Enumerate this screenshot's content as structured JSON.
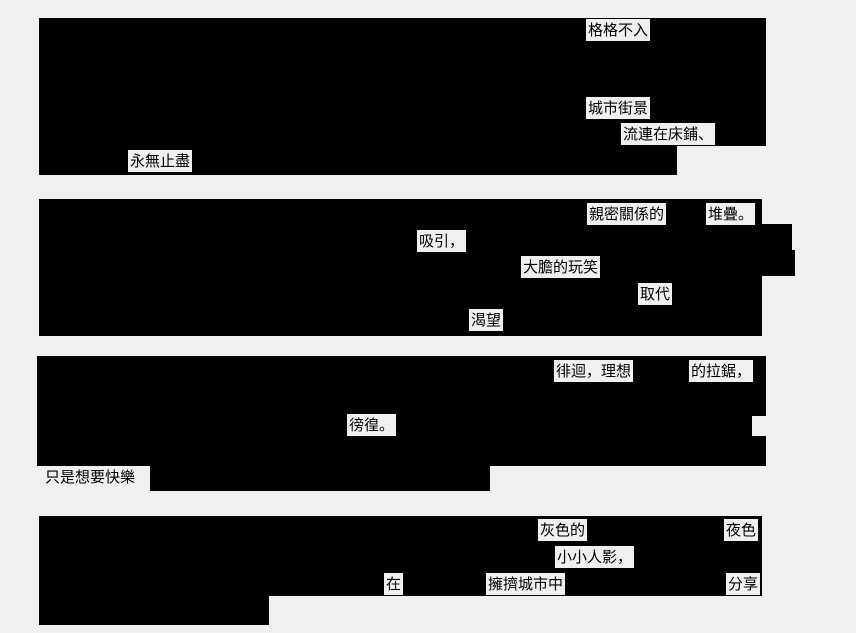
{
  "paragraph_1": {
    "fragment_1": "格格不入",
    "fragment_2": "城市街景",
    "fragment_3": "流連在床鋪、",
    "fragment_4": "永無止盡"
  },
  "paragraph_2": {
    "fragment_1": "親密關係的",
    "fragment_2": "堆疊。",
    "fragment_3": "吸引，",
    "fragment_4": "大膽的玩笑",
    "fragment_5": "取代",
    "fragment_6": "渴望"
  },
  "paragraph_3": {
    "fragment_1": "徘迴，理想",
    "fragment_2": "的拉鋸，",
    "fragment_3": "徬徨。",
    "fragment_4": "只是想要快樂"
  },
  "paragraph_4": {
    "fragment_1": "灰色的",
    "fragment_2": "夜色",
    "fragment_3": "小小人影，",
    "fragment_4": "在",
    "fragment_5": "擁擠城市中",
    "fragment_6": "分享"
  },
  "colors": {
    "background": "#f0f0f0",
    "redaction": "#000000",
    "text": "#000000"
  }
}
